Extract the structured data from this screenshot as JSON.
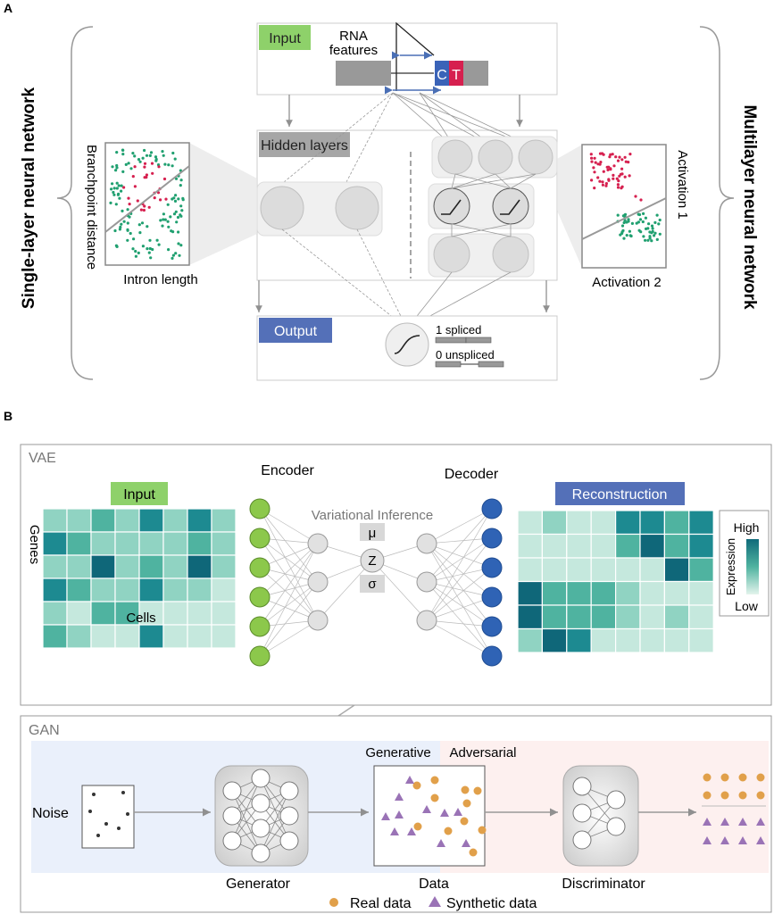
{
  "panel_a": {
    "label": "A",
    "left_title": "Single-layer neural network",
    "right_title": "Multilayer neural network",
    "input_label": "Input",
    "rna_features_1": "RNA",
    "rna_features_2": "features",
    "ct_c": "C",
    "ct_t": "T",
    "hidden_label": "Hidden layers",
    "output_label": "Output",
    "spliced_label": "1 spliced",
    "unspliced_label": "0 unspliced",
    "left_plot_xlabel": "Intron length",
    "left_plot_ylabel": "Branchpoint distance",
    "right_plot_xlabel": "Activation 2",
    "right_plot_ylabel": "Activation 1"
  },
  "panel_b": {
    "label": "B",
    "vae_label": "VAE",
    "encoder_label": "Encoder",
    "decoder_label": "Decoder",
    "input_label": "Input",
    "reconstruction_label": "Reconstruction",
    "genes_label": "Genes",
    "cells_label": "Cells",
    "variational_label": "Variational Inference",
    "mu": "μ",
    "z": "Z",
    "sigma": "σ",
    "legend_high": "High",
    "legend_low": "Low",
    "legend_title": "Expression",
    "gan_label": "GAN",
    "noise_label": "Noise",
    "generator_label": "Generator",
    "data_label": "Data",
    "discriminator_label": "Discriminator",
    "generative_label": "Generative",
    "adversarial_label": "Adversarial",
    "real_data_label": "Real data",
    "synthetic_data_label": "Synthetic data"
  },
  "colors": {
    "green_tag": "#8ed16a",
    "grey_tag": "#a6a6a6",
    "blue_tag": "#5470b8",
    "red_dot": "#d6204f",
    "green_dot": "#20a070",
    "enc_node": "#8cc84b",
    "dec_node": "#2f63b5",
    "teal_dark": "#106b7a",
    "teal_light": "#dff1ea",
    "orange": "#e1a04a",
    "purple": "#9a73b6"
  },
  "heatmaps": {
    "input": [
      [
        2,
        2,
        3,
        2,
        4,
        2,
        4,
        2
      ],
      [
        4,
        3,
        2,
        2,
        2,
        2,
        3,
        2
      ],
      [
        2,
        2,
        5,
        2,
        3,
        2,
        5,
        2
      ],
      [
        4,
        3,
        2,
        2,
        4,
        2,
        2,
        1
      ],
      [
        2,
        1,
        3,
        3,
        1,
        1,
        1,
        1
      ],
      [
        3,
        2,
        1,
        1,
        4,
        1,
        1,
        1
      ]
    ],
    "reconstruction": [
      [
        1,
        2,
        1,
        1,
        4,
        4,
        3,
        4
      ],
      [
        1,
        1,
        1,
        1,
        3,
        5,
        3,
        4
      ],
      [
        1,
        1,
        1,
        1,
        1,
        1,
        5,
        3
      ],
      [
        5,
        3,
        3,
        3,
        2,
        1,
        1,
        1
      ],
      [
        5,
        3,
        3,
        3,
        2,
        1,
        2,
        1
      ],
      [
        2,
        5,
        4,
        1,
        1,
        1,
        1,
        1
      ]
    ]
  }
}
